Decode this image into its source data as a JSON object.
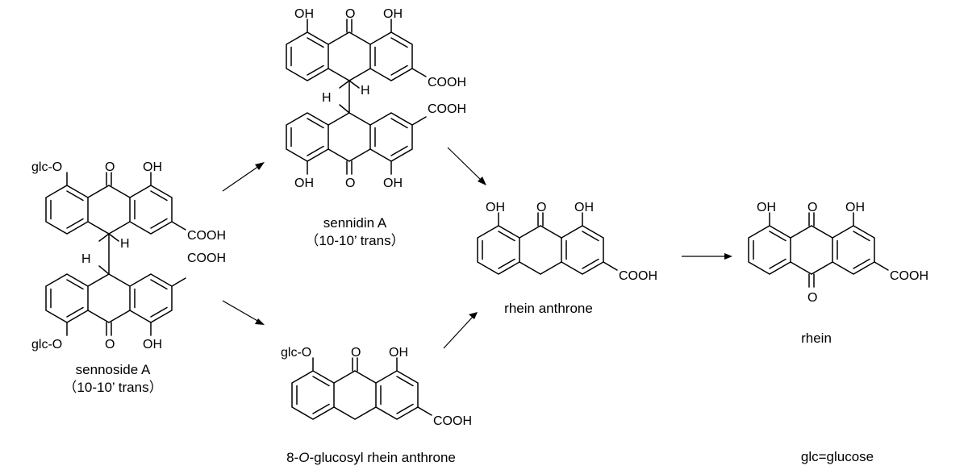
{
  "compounds": {
    "sennoside_a": {
      "name": "sennoside A",
      "config": "（10-10’ trans）",
      "top": {
        "substituent_left": "glc-O",
        "ketone": "O",
        "substituent_right": "OH",
        "carboxyl": "COOH",
        "h9": "H"
      },
      "bottom": {
        "substituent_left": "glc-O",
        "ketone": "O",
        "substituent_right": "OH",
        "carboxyl": "COOH",
        "h9": "H"
      }
    },
    "sennidin_a": {
      "name": "sennidin A",
      "config": "（10-10’ trans）",
      "top": {
        "substituent_left": "OH",
        "ketone": "O",
        "substituent_right": "OH",
        "carboxyl": "COOH",
        "h9": "H"
      },
      "bottom": {
        "substituent_left": "OH",
        "ketone": "O",
        "substituent_right": "OH",
        "carboxyl": "COOH",
        "h9": "H"
      }
    },
    "glucosyl_rhein_anthrone": {
      "name_prefix": "8-",
      "name_italic": "O",
      "name_suffix": "-glucosyl rhein anthrone",
      "substituent_left": "glc-O",
      "ketone": "O",
      "substituent_right": "OH",
      "carboxyl": "COOH"
    },
    "rhein_anthrone": {
      "name": "rhein anthrone",
      "substituent_left": "OH",
      "ketone": "O",
      "substituent_right": "OH",
      "carboxyl": "COOH"
    },
    "rhein": {
      "name": "rhein",
      "substituent_left": "OH",
      "ketone": "O",
      "substituent_right": "OH",
      "carboxyl": "COOH",
      "ketone_bottom": "O"
    }
  },
  "footnote": "glc=glucose"
}
